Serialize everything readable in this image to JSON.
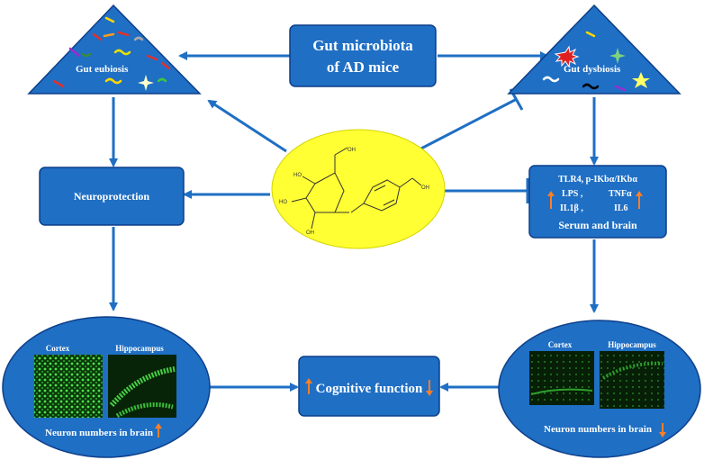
{
  "top_box": {
    "line1": "Gut microbiota",
    "line2": "of AD mice"
  },
  "left_triangle": {
    "label": "Gut eubiosis"
  },
  "right_triangle": {
    "label": "Gut dysbiosis"
  },
  "left_box": {
    "label": "Neuroprotection"
  },
  "right_box": {
    "line1": "TLR4, p-IKbα/IKbα",
    "lps": "LPS ,",
    "tnf": "TNFα",
    "il1b": "IL1β ,",
    "il6": "IL6",
    "footer": "Serum and brain"
  },
  "left_ellipse": {
    "cortex": "Cortex",
    "hippocampus": "Hippocampus",
    "caption": "Neuron numbers in brain"
  },
  "right_ellipse": {
    "cortex": "Cortex",
    "hippocampus": "Hippocampus",
    "caption": "Neuron numbers in brain"
  },
  "center_box": {
    "label": "Cognitive function"
  },
  "molecule": {
    "oh_labels": [
      "OH",
      "HO",
      "HO",
      "OH",
      "OH"
    ]
  },
  "colors": {
    "blue": "#1f6fc4",
    "dark_blue": "#0e3f8a",
    "yellow": "#ffff33",
    "orange": "#ff7f27",
    "micro_bg": "#0a2a0a",
    "micro_green": "#3bd43b"
  }
}
